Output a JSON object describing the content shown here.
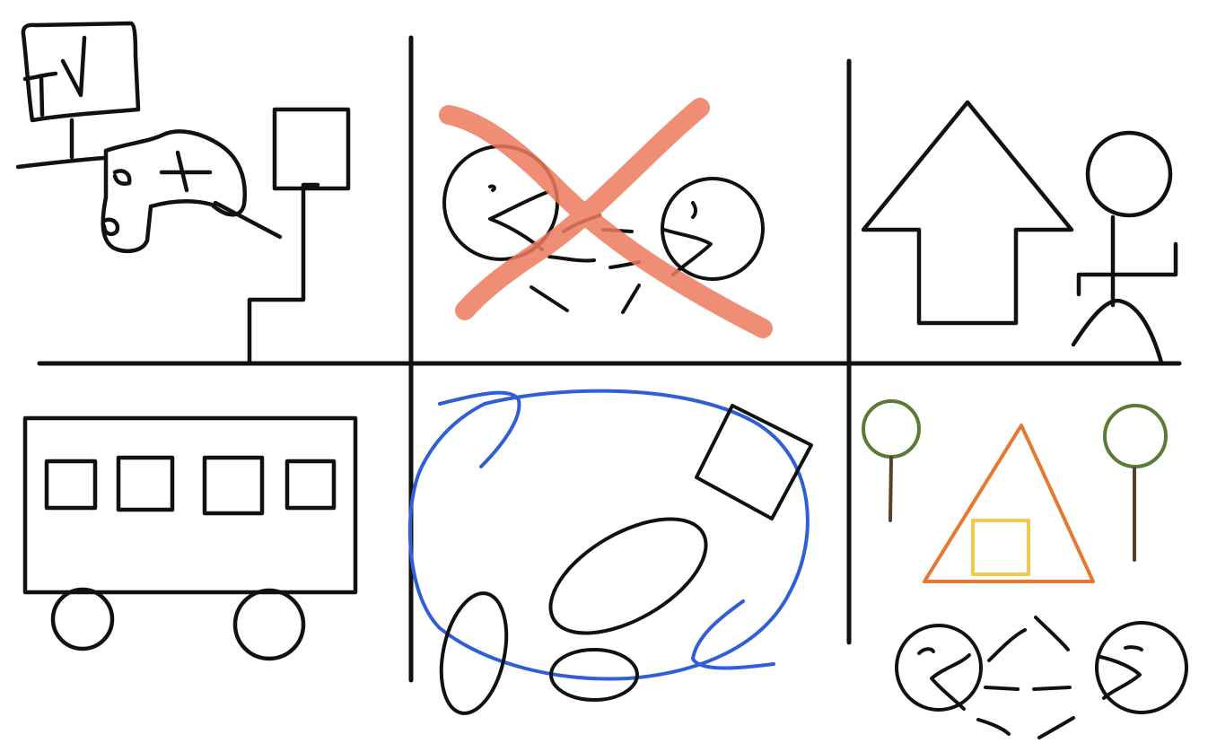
{
  "panels": [
    {
      "id": "panel-1",
      "scene": "tv-and-mouse-hand"
    },
    {
      "id": "panel-2",
      "scene": "two-faces-crossed-out"
    },
    {
      "id": "panel-3",
      "scene": "up-arrow-and-stick-figure"
    },
    {
      "id": "panel-4",
      "scene": "bus"
    },
    {
      "id": "panel-5",
      "scene": "circled-shapes"
    },
    {
      "id": "panel-6",
      "scene": "house-trees-and-faces"
    }
  ],
  "tv_label": "TV",
  "colors": {
    "ink": "#111111",
    "cross_out": "#ee7a5e",
    "blue_loop": "#2f5fd7",
    "tree_crown": "#5b7a35",
    "tree_trunk": "#5a4026",
    "house_roof": "#e6782f",
    "house_window": "#f0c94a"
  }
}
